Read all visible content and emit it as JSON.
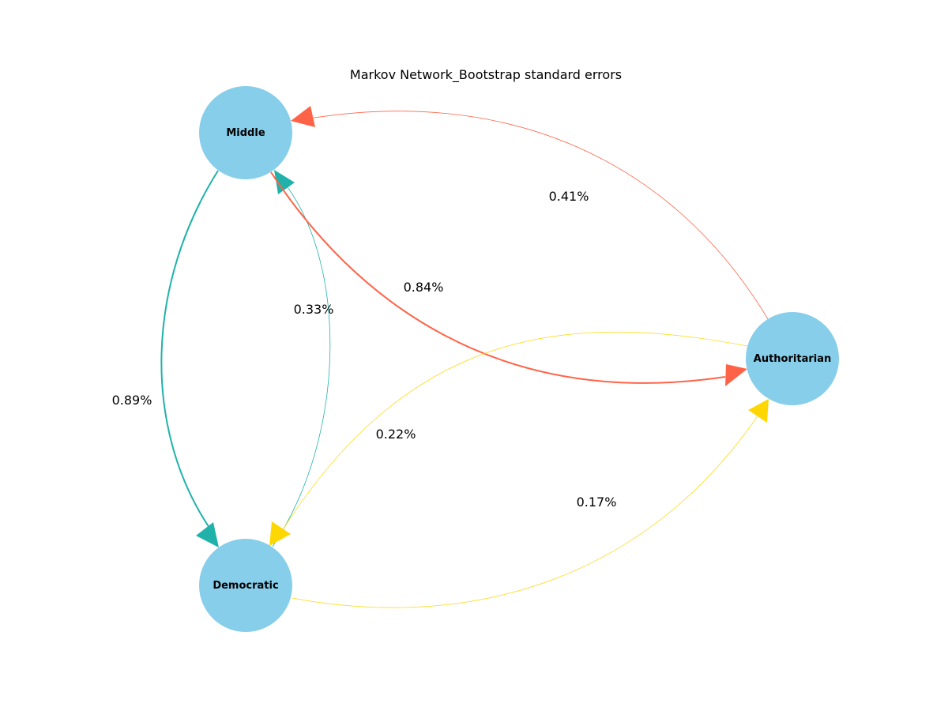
{
  "title": "Markov Network_Bootstrap standard errors",
  "colors": {
    "node_fill": "#87CEEB",
    "teal": "#20B2AA",
    "tomato": "#FF6347",
    "gold": "#FFD700"
  },
  "nodes": [
    {
      "id": "middle",
      "label": "Middle"
    },
    {
      "id": "authoritarian",
      "label": "Authoritarian"
    },
    {
      "id": "democratic",
      "label": "Democratic"
    }
  ],
  "edges": [
    {
      "id": "democratic-to-middle",
      "from": "Democratic",
      "to": "Middle",
      "label": "0.33%",
      "color": "teal"
    },
    {
      "id": "middle-to-democratic",
      "from": "Middle",
      "to": "Democratic",
      "label": "0.89%",
      "color": "teal"
    },
    {
      "id": "authoritarian-to-middle",
      "from": "Authoritarian",
      "to": "Middle",
      "label": "0.41%",
      "color": "tomato"
    },
    {
      "id": "middle-to-authoritarian",
      "from": "Middle",
      "to": "Authoritarian",
      "label": "0.84%",
      "color": "tomato"
    },
    {
      "id": "authoritarian-to-democratic",
      "from": "Authoritarian",
      "to": "Democratic",
      "label": "0.22%",
      "color": "gold"
    },
    {
      "id": "democratic-to-authoritarian",
      "from": "Democratic",
      "to": "Authoritarian",
      "label": "0.17%",
      "color": "gold"
    }
  ]
}
